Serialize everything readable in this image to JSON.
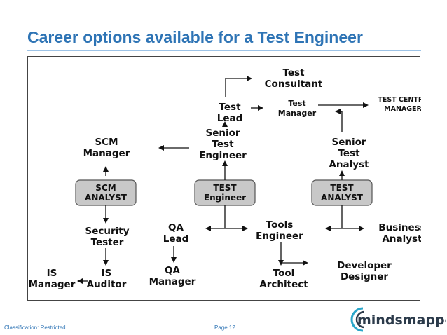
{
  "title": "Career options available for a Test Engineer",
  "diagram": {
    "boxes": {
      "scm": [
        "SCM",
        "ANALYST"
      ],
      "test": [
        "TEST",
        "Engineer"
      ],
      "analyst": [
        "TEST",
        "ANALYST"
      ]
    },
    "nodes": {
      "test_consultant": [
        "Test",
        "Consultant"
      ],
      "test_lead": [
        "Test",
        "Lead"
      ],
      "test_manager": [
        "Test",
        "Manager"
      ],
      "test_centre_manager": [
        "TEST CENTRE",
        "MANAGER"
      ],
      "senior_test_engineer": [
        "Senior",
        "Test",
        "Engineer"
      ],
      "scm_manager": [
        "SCM",
        "Manager"
      ],
      "senior_test_analyst": [
        "Senior",
        "Test",
        "Analyst"
      ],
      "security_tester": [
        "Security",
        "Tester"
      ],
      "qa_lead": [
        "QA",
        "Lead"
      ],
      "tools_engineer": [
        "Tools",
        "Engineer"
      ],
      "business_analyst": [
        "Business",
        "Analyst"
      ],
      "is_manager": [
        "IS",
        "Manager"
      ],
      "is_auditor": [
        "IS",
        "Auditor"
      ],
      "qa_manager": [
        "QA",
        "Manager"
      ],
      "tool_architect": [
        "Tool",
        "Architect"
      ],
      "developer_designer": [
        "Developer",
        "Designer"
      ]
    }
  },
  "footer": {
    "classification": "Classification: Restricted",
    "page": "Page 12"
  },
  "logo": {
    "text": "mindsmapped",
    "colors": {
      "dark": "#2b3a4a",
      "accent": "#2aa6c9"
    }
  },
  "colors": {
    "title": "#2e74b5",
    "box_fill": "#c8c8c8"
  }
}
